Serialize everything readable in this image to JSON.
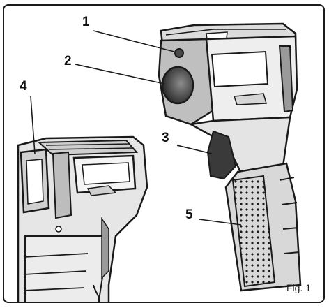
{
  "figure": {
    "caption": "Fig. 1",
    "callouts": [
      {
        "label": "1"
      },
      {
        "label": "2"
      },
      {
        "label": "3"
      },
      {
        "label": "4"
      },
      {
        "label": "5"
      }
    ]
  },
  "colors": {
    "line": "#1a1a1a",
    "body_dark": "#3a3a3a",
    "body_mid": "#9a9a9a",
    "body_light": "#d9d9d9",
    "lens": "#6a6a6a"
  }
}
